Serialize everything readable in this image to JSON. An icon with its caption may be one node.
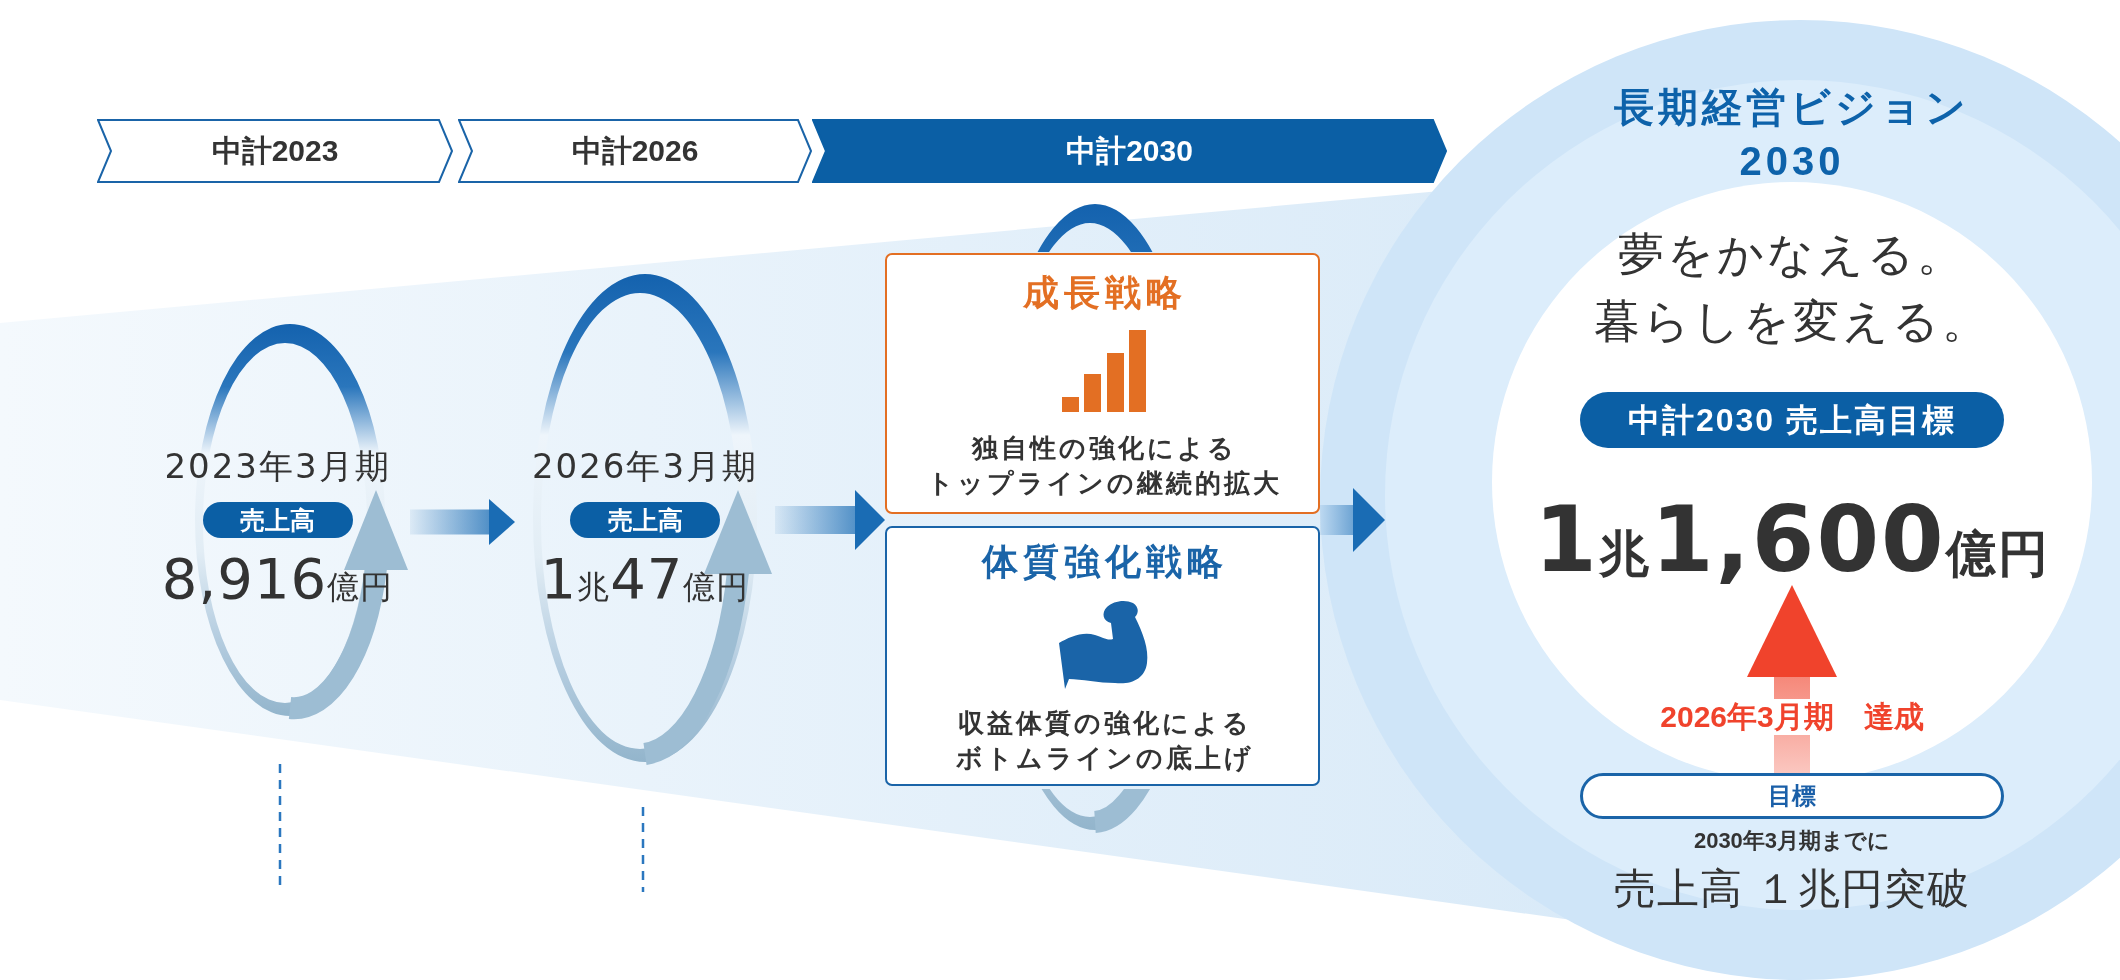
{
  "diagram": {
    "nodes": [
      {
        "text": [
          "中計2023"
        ]
      },
      {
        "text": [
          "中計2026"
        ]
      },
      {
        "text": [
          "中計2030"
        ]
      },
      {
        "text": [
          "2023年3月期",
          "8,916億円"
        ]
      },
      {
        "text": [
          "売上高"
        ],
        "in": 3
      },
      {
        "text": [
          "2026年3月期",
          "1兆47億円"
        ]
      },
      {
        "text": [
          "売上高"
        ],
        "in": 5
      },
      {
        "text": [],
        "shape": "circle"
      },
      {
        "text": [
          "成長戦略",
          "独自性の強化によるトップラインの継続的拡大"
        ]
      },
      {
        "text": [
          "体質強化戦略",
          "収益体質の強化によるボトムラインの底上げ"
        ]
      },
      {
        "text": [
          "長期経営ビジョン2030",
          "夢をかなえる。暮らしを変える。"
        ]
      },
      {
        "text": [
          "中計2030 売上高目標"
        ],
        "in": 10
      },
      {
        "text": [
          "1兆1,600億円"
        ],
        "in": 10
      },
      {
        "text": [
          "目標"
        ],
        "in": 10,
        "beside": [
          "2030年3月期までに",
          "売上高 １兆円突破"
        ]
      }
    ],
    "edges": [
      {
        "from": 3,
        "to": 5,
        "arrow": "to"
      },
      {
        "from": 5,
        "to": 8,
        "arrow": "to"
      },
      {
        "from": 5,
        "to": 9,
        "arrow": "to"
      },
      {
        "from": 8,
        "to": 10,
        "arrow": "to"
      },
      {
        "from": 9,
        "to": 10,
        "arrow": "to"
      },
      {
        "from": 13,
        "to": 12,
        "arrow": "to",
        "label": "2026年3月期　達成",
        "color": "#f0432c"
      }
    ]
  }
}
